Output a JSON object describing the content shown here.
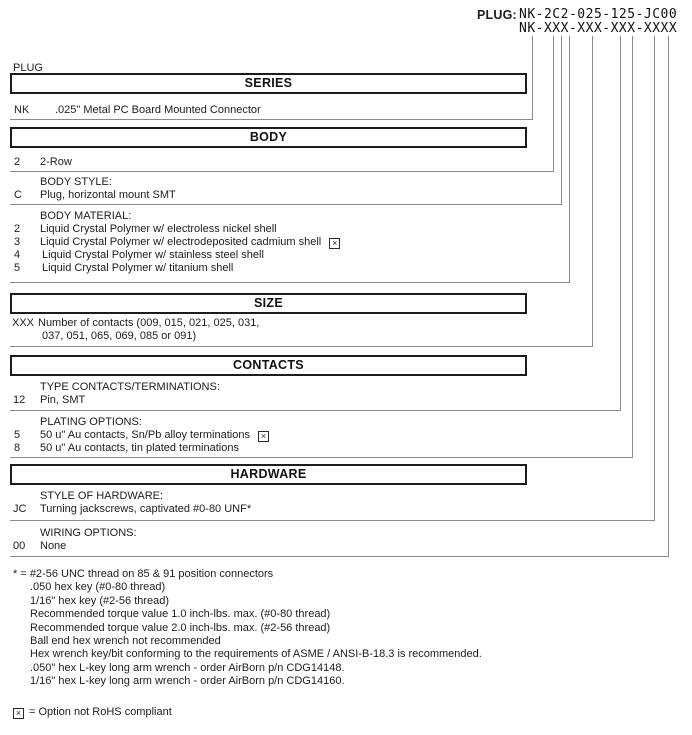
{
  "part_number": {
    "label": "PLUG:",
    "example": "NK-2C2-025-125-JC00",
    "mask": "NK-XXX-XXX-XXX-XXXX"
  },
  "diagram_label": "PLUG",
  "icons": {
    "not_rohs": "×"
  },
  "sections": {
    "series": {
      "title": "SERIES",
      "rows": [
        {
          "code": "NK",
          "desc": ".025\" Metal PC Board Mounted Connector"
        }
      ]
    },
    "body": {
      "title": "BODY",
      "rows": [
        {
          "code": "2",
          "desc": "2-Row"
        }
      ],
      "body_style": {
        "label": "BODY STYLE:",
        "rows": [
          {
            "code": "C",
            "desc": "Plug, horizontal mount SMT"
          }
        ]
      },
      "body_material": {
        "label": "BODY MATERIAL:",
        "rows": [
          {
            "code": "2",
            "desc": "Liquid Crystal Polymer w/ electroless nickel shell"
          },
          {
            "code": "3",
            "desc": "Liquid Crystal Polymer w/ electrodeposited  cadmium shell",
            "not_rohs": true
          },
          {
            "code": "4",
            "desc": "Liquid Crystal Polymer w/ stainless steel shell"
          },
          {
            "code": "5",
            "desc": "Liquid Crystal Polymer w/ titanium shell"
          }
        ]
      }
    },
    "size": {
      "title": "SIZE",
      "rows": [
        {
          "code": "XXX",
          "desc_line1": "Number of contacts (009, 015, 021, 025, 031,",
          "desc_line2": "037, 051, 065, 069, 085 or 091)"
        }
      ]
    },
    "contacts": {
      "title": "CONTACTS",
      "type": {
        "label": "TYPE CONTACTS/TERMINATIONS:",
        "rows": [
          {
            "code": "12",
            "desc": "Pin, SMT"
          }
        ]
      },
      "plating": {
        "label": "PLATING OPTIONS:",
        "rows": [
          {
            "code": "5",
            "desc": "50 u\" Au contacts, Sn/Pb alloy terminations",
            "not_rohs": true
          },
          {
            "code": "8",
            "desc": "50 u\" Au contacts, tin plated terminations"
          }
        ]
      }
    },
    "hardware": {
      "title": "HARDWARE",
      "style": {
        "label": "STYLE OF HARDWARE:",
        "rows": [
          {
            "code": "JC",
            "desc": "Turning jackscrews, captivated #0-80 UNF*"
          }
        ]
      },
      "wiring": {
        "label": "WIRING OPTIONS:",
        "rows": [
          {
            "code": "00",
            "desc": "None"
          }
        ]
      }
    }
  },
  "footnotes": {
    "lines": [
      "* = #2-56 UNC thread on 85 & 91 position connectors",
      ".050 hex key (#0-80 thread)",
      "1/16\" hex key (#2-56 thread)",
      "Recommended torque value 1.0 inch-lbs. max. (#0-80 thread)",
      "Recommended torque value 2.0 inch-lbs. max. (#2-56 thread)",
      "Ball end hex wrench not recommended",
      "Hex wrench key/bit conforming to the requirements of ASME / ANSI-B-18.3 is recommended.",
      ".050\" hex L-key long arm wrench - order AirBorn p/n CDG14148.",
      "1/16\" hex L-key long arm wrench - order AirBorn p/n CDG14160."
    ]
  },
  "legend": {
    "text": "= Option not RoHS compliant"
  }
}
